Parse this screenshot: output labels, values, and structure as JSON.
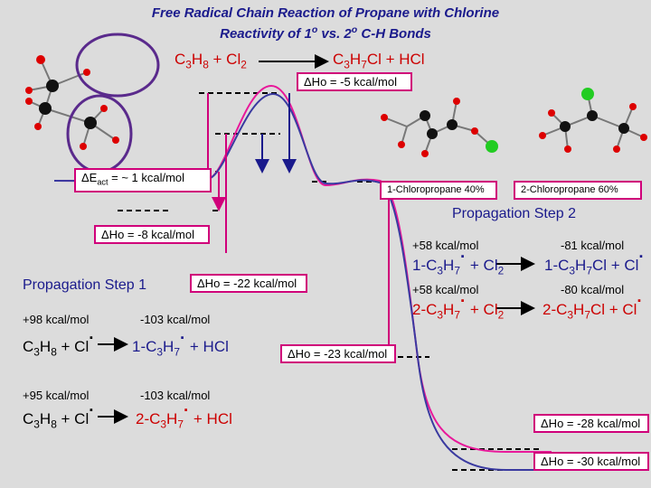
{
  "title": {
    "line1": "Free Radical Chain Reaction of Propane with Chlorine",
    "line2": "Reactivity of 1o vs. 2o C-H Bonds"
  },
  "overall": {
    "left": "C3H8 + Cl2",
    "right": "C3H7Cl + HCl",
    "dh": "ΔHo = -5 kcal/mol"
  },
  "boxes": {
    "eact": "ΔEact = ~ 1 kcal/mol",
    "chloro1": "1-Chloropropane 40%",
    "chloro2": "2-Chloropropane 60%",
    "dh_minus8": "ΔHo = -8 kcal/mol",
    "dh_minus22": "ΔHo = -22 kcal/mol",
    "dh_minus23": "ΔHo = -23 kcal/mol",
    "dh_minus28": "ΔHo = -28 kcal/mol",
    "dh_minus30": "ΔHo = -30 kcal/mol"
  },
  "step1": {
    "label": "Propagation Step 1",
    "r1_bde_left": "+98 kcal/mol",
    "r1_bde_right": "-103 kcal/mol",
    "r1_left": "C3H8 + Cl",
    "r1_right": "1-C3H7 + HCl",
    "r2_bde_left": "+95 kcal/mol",
    "r2_bde_right": "-103 kcal/mol",
    "r2_left": "C3H8 + Cl",
    "r2_right": "2-C3H7 + HCl"
  },
  "step2": {
    "label": "Propagation Step 2",
    "r1_bde_left": "+58 kcal/mol",
    "r1_bde_right": "-81 kcal/mol",
    "r1_left": "1-C3H7 + Cl2",
    "r1_right": "1-C3H7Cl + Cl",
    "r2_bde_left": "+58 kcal/mol",
    "r2_bde_right": "-80 kcal/mol",
    "r2_left": "2-C3H7 + Cl2",
    "r2_right": "2-C3H7Cl + Cl"
  },
  "colors": {
    "title": "#1a1a8c",
    "box_border": "#d0007a",
    "red_text": "#cc0000",
    "curve_red": "#e8189a",
    "curve_blue": "#3a3aa0",
    "carbon": "#111111",
    "hydrogen": "#dd0000",
    "chlorine": "#22cc22",
    "circle": "#5a2a8c"
  }
}
